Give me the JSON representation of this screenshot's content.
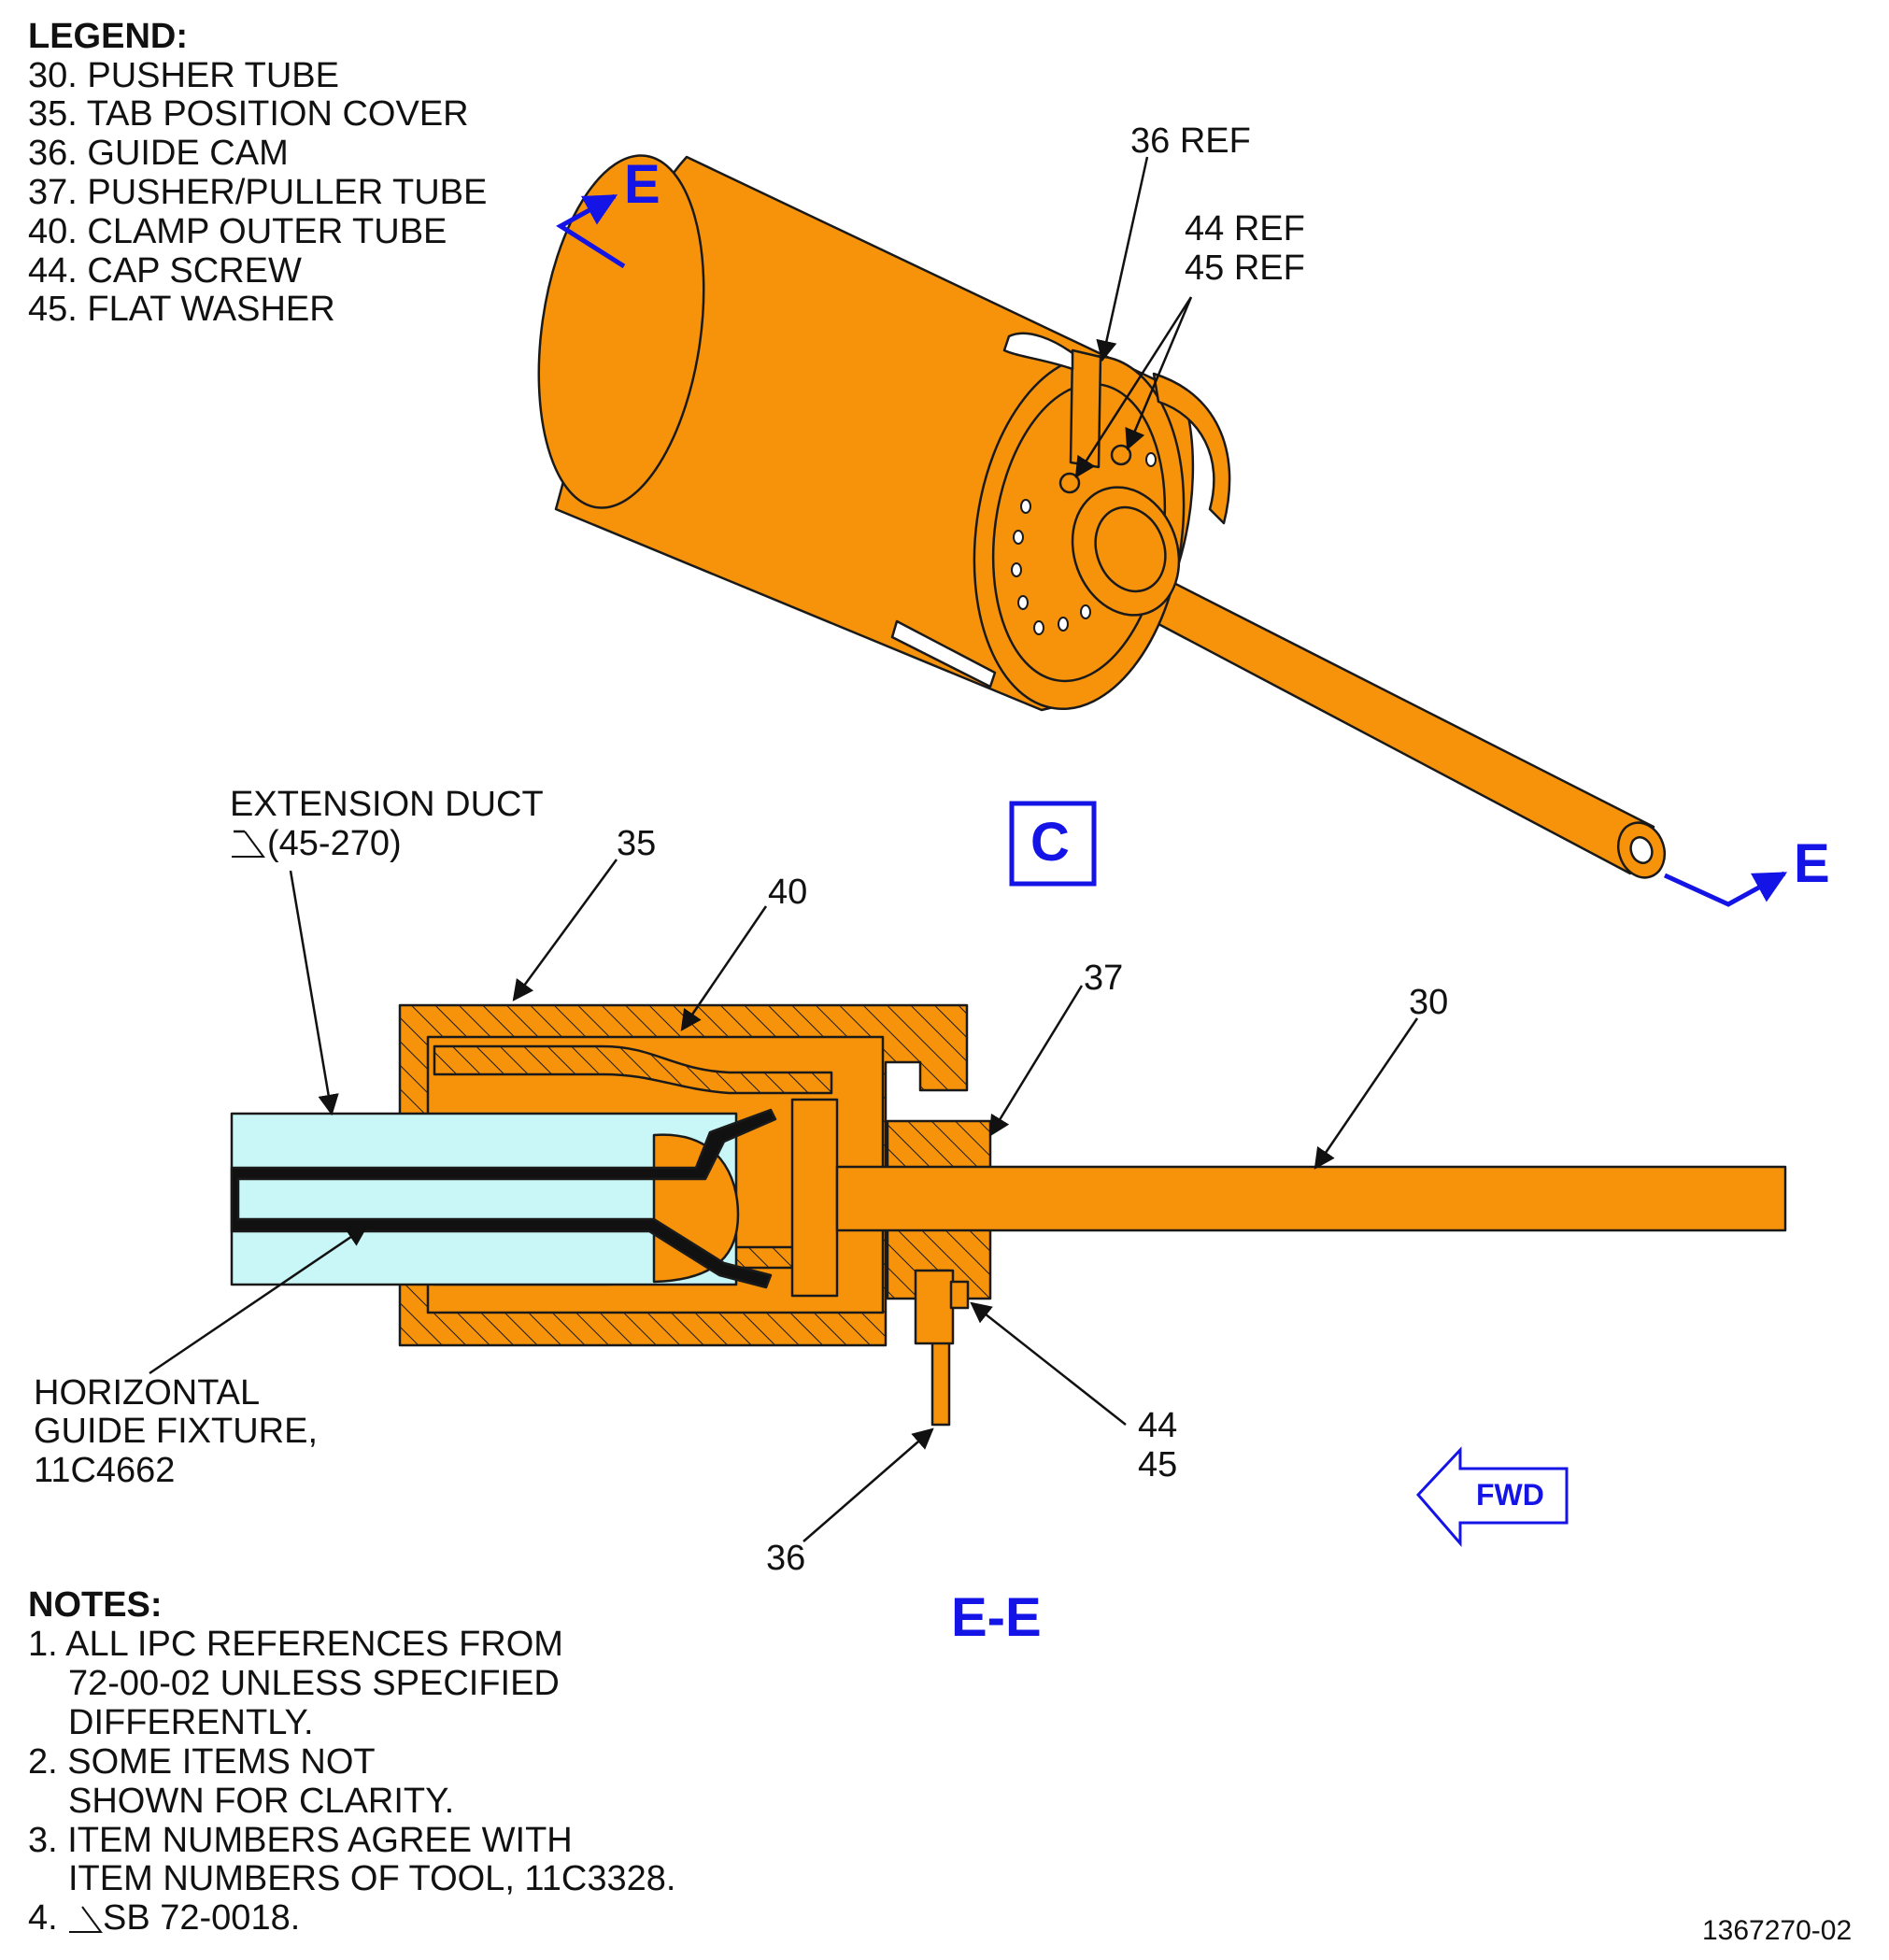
{
  "legend": {
    "title": "LEGEND:",
    "items": [
      "30. PUSHER TUBE",
      "35. TAB POSITION COVER",
      "36. GUIDE CAM",
      "37. PUSHER/PULLER TUBE",
      "40. CLAMP OUTER TUBE",
      "44. CAP SCREW",
      "45. FLAT WASHER"
    ]
  },
  "top_view": {
    "ref_36": "36 REF",
    "ref_44": "44 REF",
    "ref_45": "45 REF",
    "section_mark": "E",
    "view_label": "C"
  },
  "section_view": {
    "title": "E-E",
    "extension_duct_line1": "EXTENSION DUCT",
    "extension_duct_line2": "(45-270)",
    "callouts": {
      "c35": "35",
      "c40": "40",
      "c37": "37",
      "c30": "30",
      "c44": "44",
      "c45": "45",
      "c36": "36"
    },
    "fixture_line1": "HORIZONTAL",
    "fixture_line2": "GUIDE FIXTURE,",
    "fixture_line3": "11C4662",
    "fwd_label": "FWD"
  },
  "notes": {
    "title": "NOTES:",
    "n1a": "1. ALL IPC REFERENCES FROM",
    "n1b": "72-00-02 UNLESS SPECIFIED",
    "n1c": "DIFFERENTLY.",
    "n2a": "2. SOME ITEMS NOT",
    "n2b": "SHOWN FOR CLARITY.",
    "n3a": "3. ITEM NUMBERS AGREE WITH",
    "n3b": "ITEM NUMBERS OF TOOL, 11C3328.",
    "n4": "4.",
    "n4b": "SB 72-0018."
  },
  "drawing_number": "1367270-02",
  "colors": {
    "part_orange": "#f7930a",
    "duct_cyan": "#c9f6f6",
    "annotation_blue": "#1414e6",
    "outline": "#1a1a1a"
  }
}
